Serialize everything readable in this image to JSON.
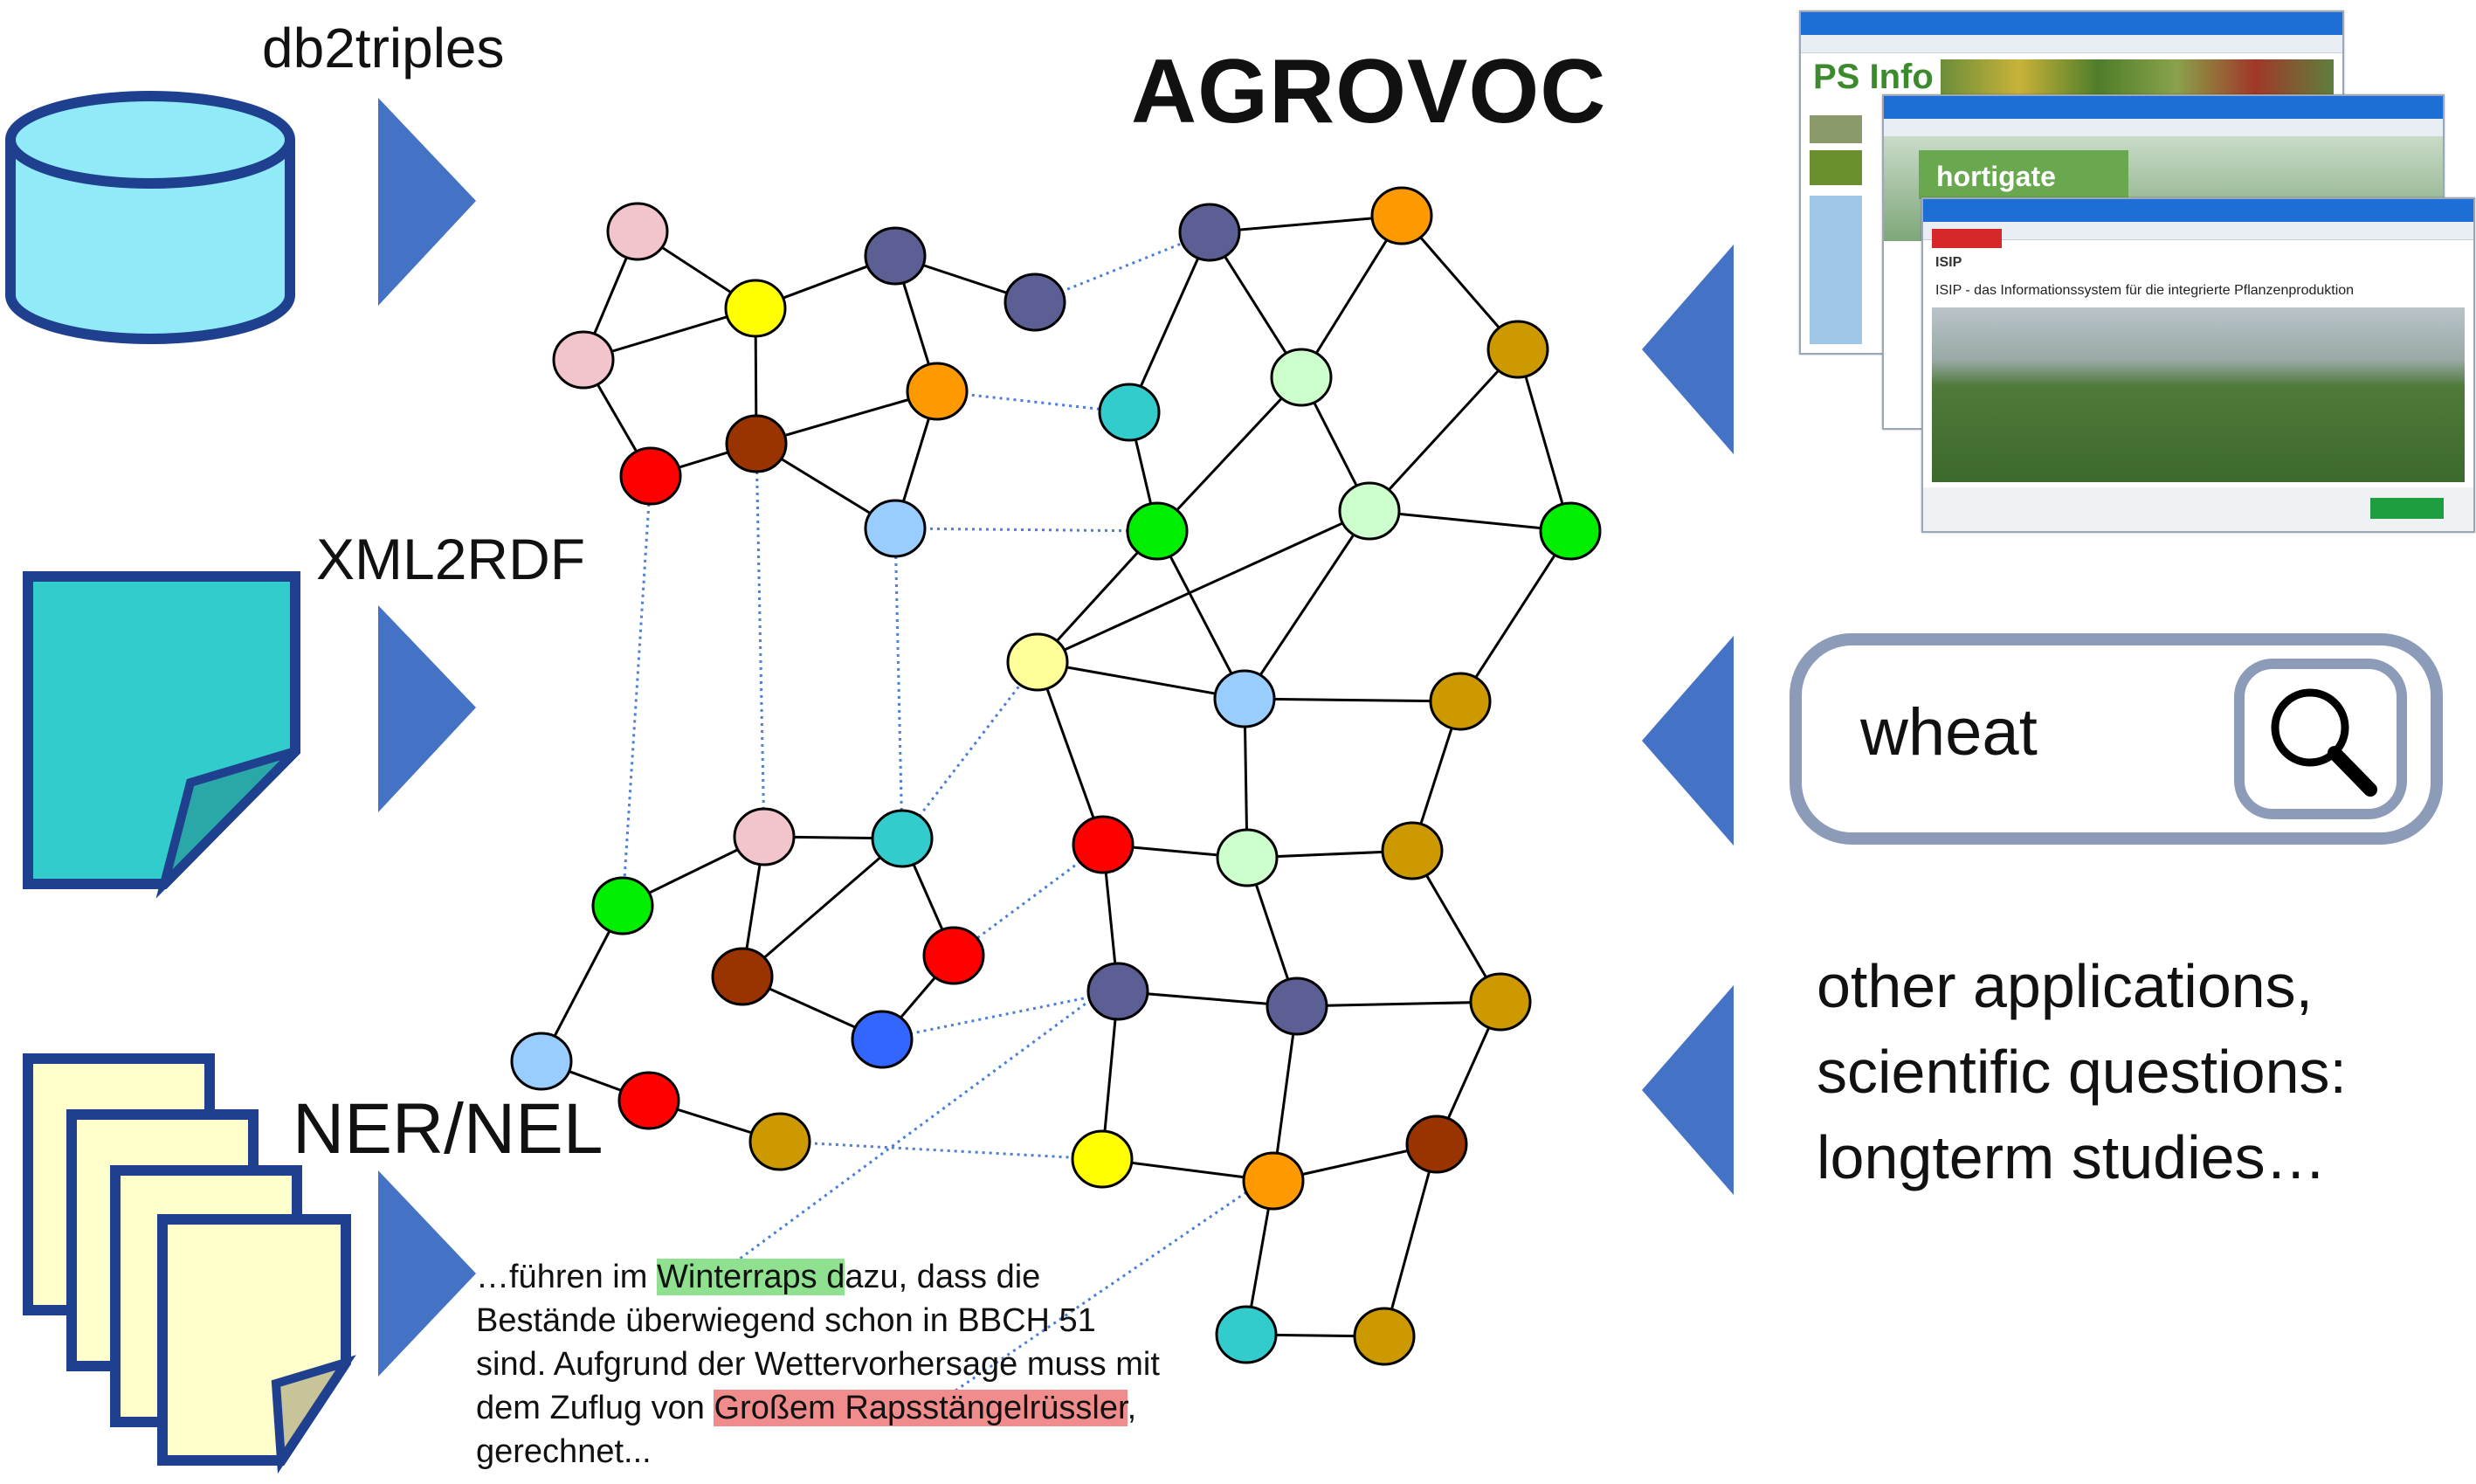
{
  "title": "AGROVOC",
  "inputs": {
    "database_label": "db2triples",
    "xml_label": "XML2RDF",
    "ner_label": "NER/NEL"
  },
  "snippet": {
    "pre": "…führen im ",
    "hl1": "Winterraps d",
    "mid": "azu, dass die Bestände überwiegend schon in BBCH 51 sind. Aufgrund der Wettervorhersage muss mit dem Zuflug von ",
    "hl2": "Großem Rapsstängelrüssler",
    "post": ", gerechnet..."
  },
  "search": {
    "query": "wheat"
  },
  "websites": {
    "site1": "PS Info",
    "site2": "hortigate",
    "site3": "ISIP",
    "site3_headline": "ISIP - das Informationssystem für die integrierte Pflanzenproduktion"
  },
  "other": {
    "lines": [
      "other applications,",
      "scientific questions:",
      "longterm studies…"
    ]
  },
  "colors": {
    "arrow": "#4472c4",
    "db_fill": "#90eaf8",
    "xml_fill": "#33cccc",
    "doc_fill": "#ffffcc",
    "outline": "#1f3f8f",
    "search_border": "#8c9bb8"
  }
}
